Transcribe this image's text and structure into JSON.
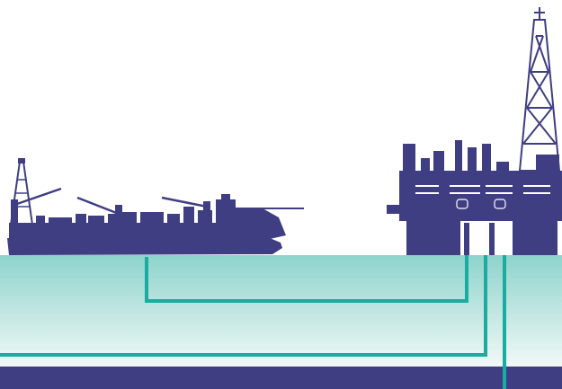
{
  "scene": {
    "colors": {
      "sky": "#ffffff",
      "water_top": "#8ed3cc",
      "water_bottom": "#f1f9f7",
      "seabed": "#3f3e83",
      "structure": "#3f3e83",
      "pipeline": "#1aaba1"
    },
    "elements": [
      "fpso-vessel",
      "offshore-platform",
      "drilling-derrick",
      "subsea-pipelines",
      "seabed"
    ]
  }
}
